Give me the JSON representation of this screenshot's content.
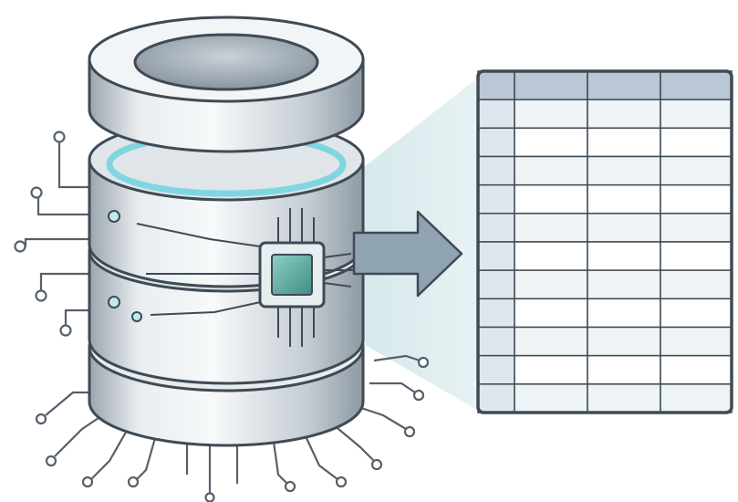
{
  "illustration": {
    "subject": "database-server-with-chip-to-table",
    "elements": [
      "database-cylinder",
      "microchip",
      "circuit-traces",
      "arrow-icon",
      "data-table"
    ]
  },
  "table": {
    "columns": 4,
    "rows": 12,
    "header_row": true,
    "first_column_shaded": true
  },
  "colors": {
    "outline": "#3f4a55",
    "metal_light": "#f4f6f8",
    "metal_mid": "#c9d0d6",
    "metal_dark": "#8e99a3",
    "glow": "#7fd6e0",
    "glow_deep": "#3ea9b8",
    "chip": "#5fa79a",
    "table_header": "#b9c8d4",
    "table_shade": "#dfe7ee",
    "table_cell": "#ffffff",
    "arrow": "#8fa3b1",
    "beam": "#d9ecee",
    "trace": "#55606a"
  }
}
